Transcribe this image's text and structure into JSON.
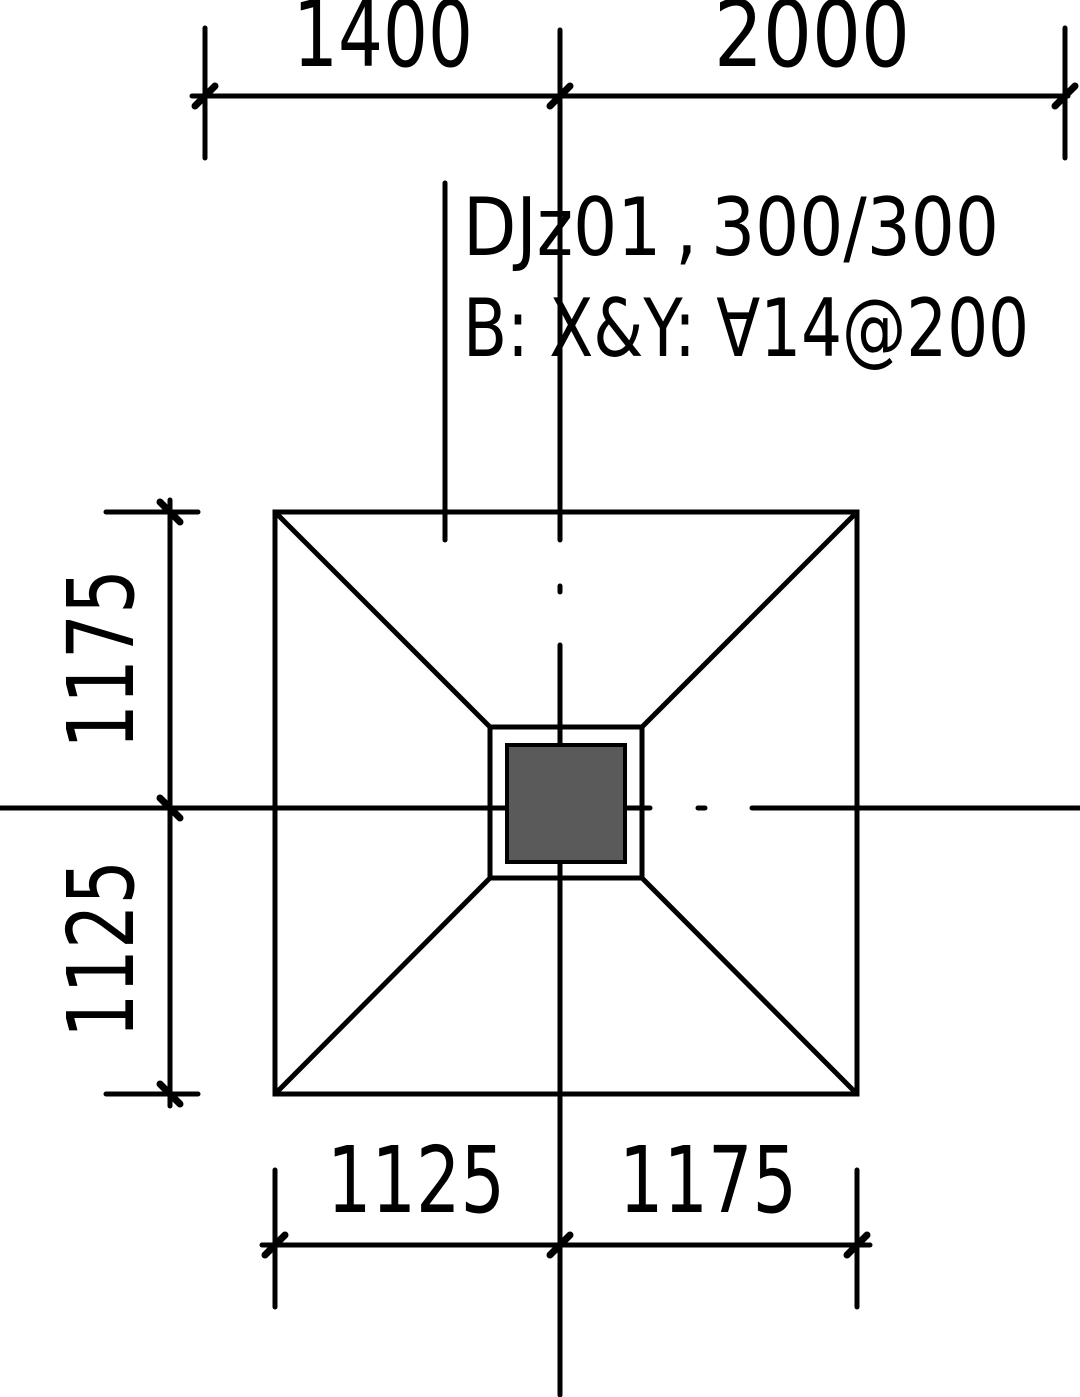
{
  "dimensions": {
    "top_left": "1400",
    "top_right": "2000",
    "left_upper": "1175",
    "left_lower": "1125",
    "bottom_left": "1125",
    "bottom_right": "1175"
  },
  "footing_label": {
    "line1": "DJz01 , 300/300",
    "line2": "B:  X&Y: Ɐ14@200"
  },
  "colors": {
    "line": "#000000",
    "column_fill": "#5a5a5a",
    "background": "#ffffff"
  }
}
